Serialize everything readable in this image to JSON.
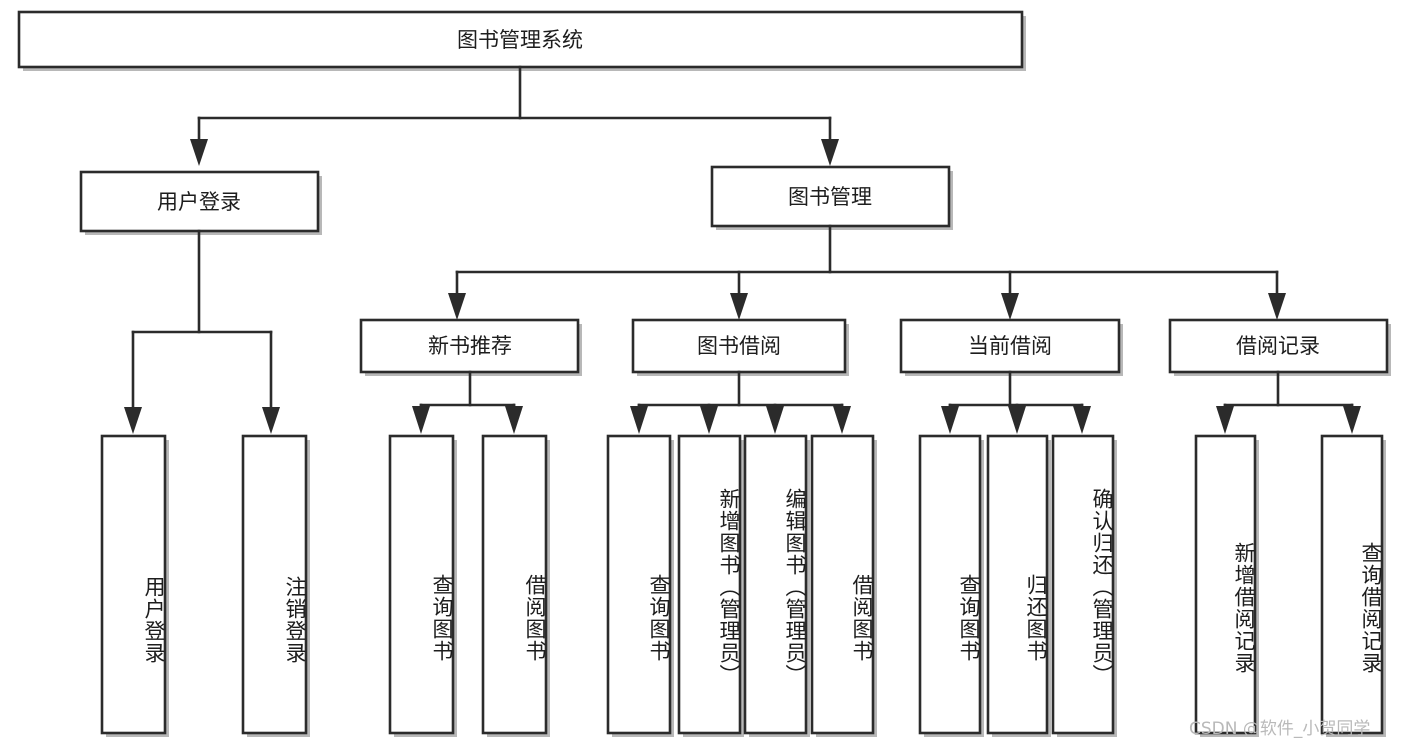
{
  "diagram": {
    "type": "tree",
    "title": "图书管理系统",
    "root": {
      "label": "图书管理系统"
    },
    "level2": [
      {
        "label": "用户登录"
      },
      {
        "label": "图书管理"
      }
    ],
    "level3": [
      {
        "label": "新书推荐"
      },
      {
        "label": "图书借阅"
      },
      {
        "label": "当前借阅"
      },
      {
        "label": "借阅记录"
      }
    ],
    "leaves": {
      "user_login": [
        {
          "label": "用户登录"
        },
        {
          "label": "注销登录"
        }
      ],
      "new_book_recommend": [
        {
          "label": "查询图书"
        },
        {
          "label": "借阅图书"
        }
      ],
      "book_borrow": [
        {
          "label": "查询图书"
        },
        {
          "label": "新增图书（管理员）"
        },
        {
          "label": "编辑图书（管理员）"
        },
        {
          "label": "借阅图书"
        }
      ],
      "current_borrow": [
        {
          "label": "查询图书"
        },
        {
          "label": "归还图书"
        },
        {
          "label": "确认归还（管理员）"
        }
      ],
      "borrow_record": [
        {
          "label": "新增借阅记录"
        },
        {
          "label": "查询借阅记录"
        }
      ]
    }
  },
  "watermark": {
    "text": "CSDN @软件_小贺同学"
  },
  "colors": {
    "background": "#ffffff",
    "box_stroke": "#2b2b2b",
    "box_fill": "#ffffff",
    "text": "#1d1d1d",
    "shadow": "#b8b8b8",
    "watermark": "#b9b9b9"
  }
}
